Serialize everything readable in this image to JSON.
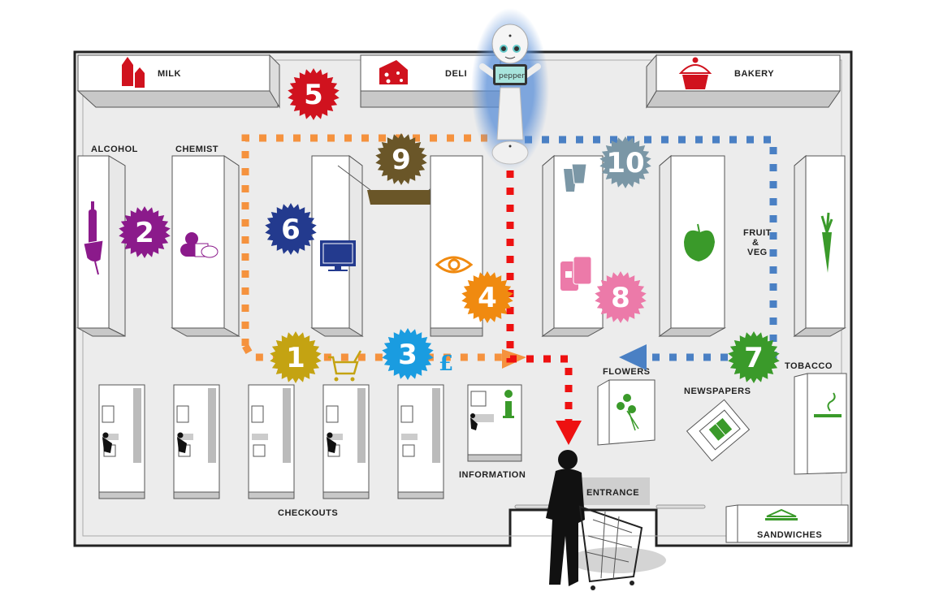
{
  "store": {
    "sections": {
      "milk": "MILK",
      "deli": "DELI",
      "bakery": "BAKERY",
      "alcohol": "ALCOHOL",
      "chemist": "CHEMIST",
      "fruit_veg_1": "FRUIT",
      "fruit_veg_2": "&",
      "fruit_veg_3": "VEG",
      "flowers": "FLOWERS",
      "tobacco": "TOBACCO",
      "newspapers": "NEWSPAPERS",
      "checkouts": "CHECKOUTS",
      "information": "INFORMATION",
      "entrance": "ENTRANCE",
      "sandwiches": "SANDWICHES"
    },
    "robot": {
      "name": "pepper",
      "screen_text": "pepper"
    },
    "badges": [
      {
        "num": "1",
        "color": "#c4a312",
        "icon": "shopping-cart-icon"
      },
      {
        "num": "2",
        "color": "#8b1a8b",
        "icon": "wine-icon"
      },
      {
        "num": "3",
        "color": "#1a9ce0",
        "icon": "pound-icon"
      },
      {
        "num": "4",
        "color": "#f08a10",
        "icon": "eye-icon"
      },
      {
        "num": "5",
        "color": "#d0121e",
        "icon": "none"
      },
      {
        "num": "6",
        "color": "#233a8e",
        "icon": "tv-icon"
      },
      {
        "num": "7",
        "color": "#3a9a2a",
        "icon": "none"
      },
      {
        "num": "8",
        "color": "#ec7aa9",
        "icon": "cans-icon"
      },
      {
        "num": "9",
        "color": "#6a5628",
        "icon": "none"
      },
      {
        "num": "10",
        "color": "#7b97a6",
        "icon": "cups-icon"
      }
    ],
    "routes": [
      {
        "name": "orange",
        "color": "#f5923e"
      },
      {
        "name": "red",
        "color": "#ee1111"
      },
      {
        "name": "blue",
        "color": "#4a80c4"
      }
    ],
    "colors": {
      "floor": "#ececec",
      "shelf": "#ffffff",
      "shelf_side": "#c8c8c8",
      "wall": "#222222",
      "icon_red": "#d0121e",
      "icon_green": "#3a9a2a",
      "icon_purple": "#8b1a8b"
    }
  }
}
